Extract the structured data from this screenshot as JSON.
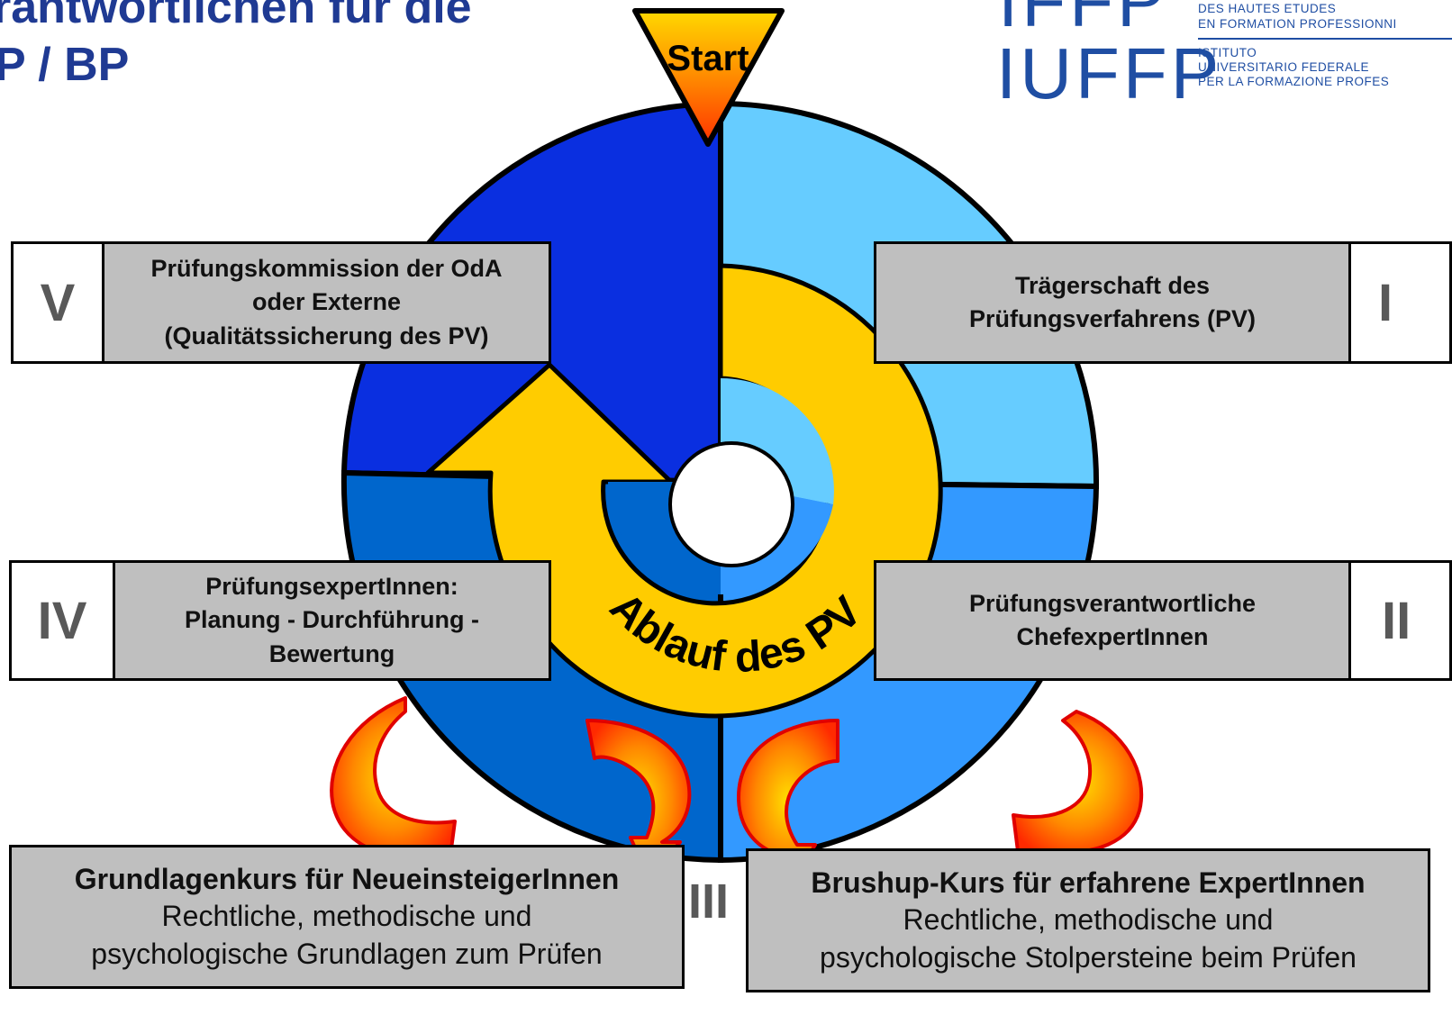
{
  "title": {
    "line1": "rantwortlichen für die",
    "line2": "P / BP"
  },
  "logo": {
    "upper_acronym": "IFFP",
    "lower_acronym": "IUFFP",
    "french_line1": "DES HAUTES ETUDES",
    "french_line2": "EN FORMATION PROFESSIONNI",
    "italian_line1": "ISTITUTO",
    "italian_line2": "UNIVERSITARIO FEDERALE",
    "italian_line3": "PER LA FORMAZIONE PROFES"
  },
  "start_label": "Start",
  "cycle_label": "Ablauf des PV",
  "roles": {
    "I": {
      "number": "I",
      "lines": [
        "Trägerschaft des",
        "Prüfungsverfahrens (PV)"
      ]
    },
    "II": {
      "number": "II",
      "lines": [
        "Prüfungsverantwortliche",
        "ChefexpertInnen"
      ]
    },
    "IV": {
      "number": "IV",
      "lines": [
        "PrüfungsexpertInnen:",
        "Planung - Durchführung -",
        "Bewertung"
      ]
    },
    "V": {
      "number": "V",
      "lines": [
        "Prüfungskommission der OdA",
        "oder Externe",
        "(Qualitätssicherung des PV)"
      ]
    }
  },
  "level_III": "III",
  "courses": {
    "basic": {
      "title": "Grundlagenkurs für NeueinsteigerInnen",
      "line1": "Rechtliche, methodische und",
      "line2": "psychologische Grundlagen zum Prüfen"
    },
    "brushup": {
      "title": "Brushup-Kurs für erfahrene ExpertInnen",
      "line1": "Rechtliche, methodische und",
      "line2": "psychologische Stolpersteine beim Prüfen"
    }
  },
  "colors": {
    "title_blue": "#1f3a93",
    "sector_dark_blue": "#0a2fe0",
    "sector_light_blue": "#66ccff",
    "sector_mid_blue": "#3399ff",
    "sector_royal_blue": "#0066cc",
    "cycle_arrow_yellow": "#ffcc00",
    "box_grey": "#bfbfbf",
    "number_grey": "#595959",
    "flame_orange": "#ff6600"
  }
}
